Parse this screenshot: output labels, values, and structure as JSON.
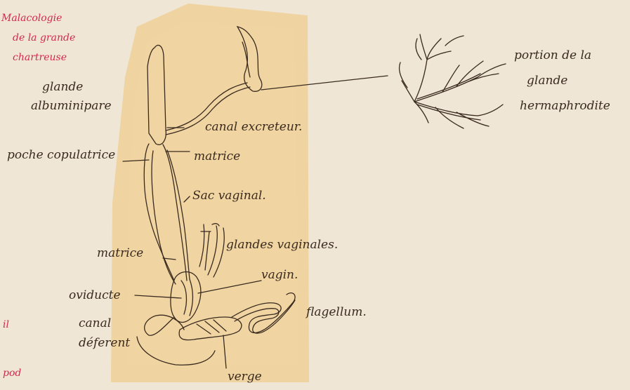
{
  "colors": {
    "paper": "#efe6d6",
    "patch": "#efcf97",
    "ink": "#3a2a1e",
    "red_ink": "#d22a4e"
  },
  "header_note": [
    "Malacologie",
    "de la grande",
    "chartreuse"
  ],
  "margin_fragments": [
    "il",
    "pod"
  ],
  "labels": {
    "glande_albuminipare": [
      "glande",
      "albuminipare"
    ],
    "poche_copulatrice": "poche copulatrice",
    "canal_excreteur": "canal excreteur.",
    "matrice_top": "matrice",
    "sac_vaginal": "Sac vaginal.",
    "glandes_vaginales": "glandes vaginales.",
    "matrice_left": "matrice",
    "vagin": "vagin.",
    "oviducte": "oviducte",
    "flagellum": "flagellum.",
    "canal_deferent": [
      "canal",
      "déferent"
    ],
    "verge": "verge",
    "hermaphrodite": [
      "portion de la",
      "glande",
      "hermaphrodite"
    ]
  }
}
